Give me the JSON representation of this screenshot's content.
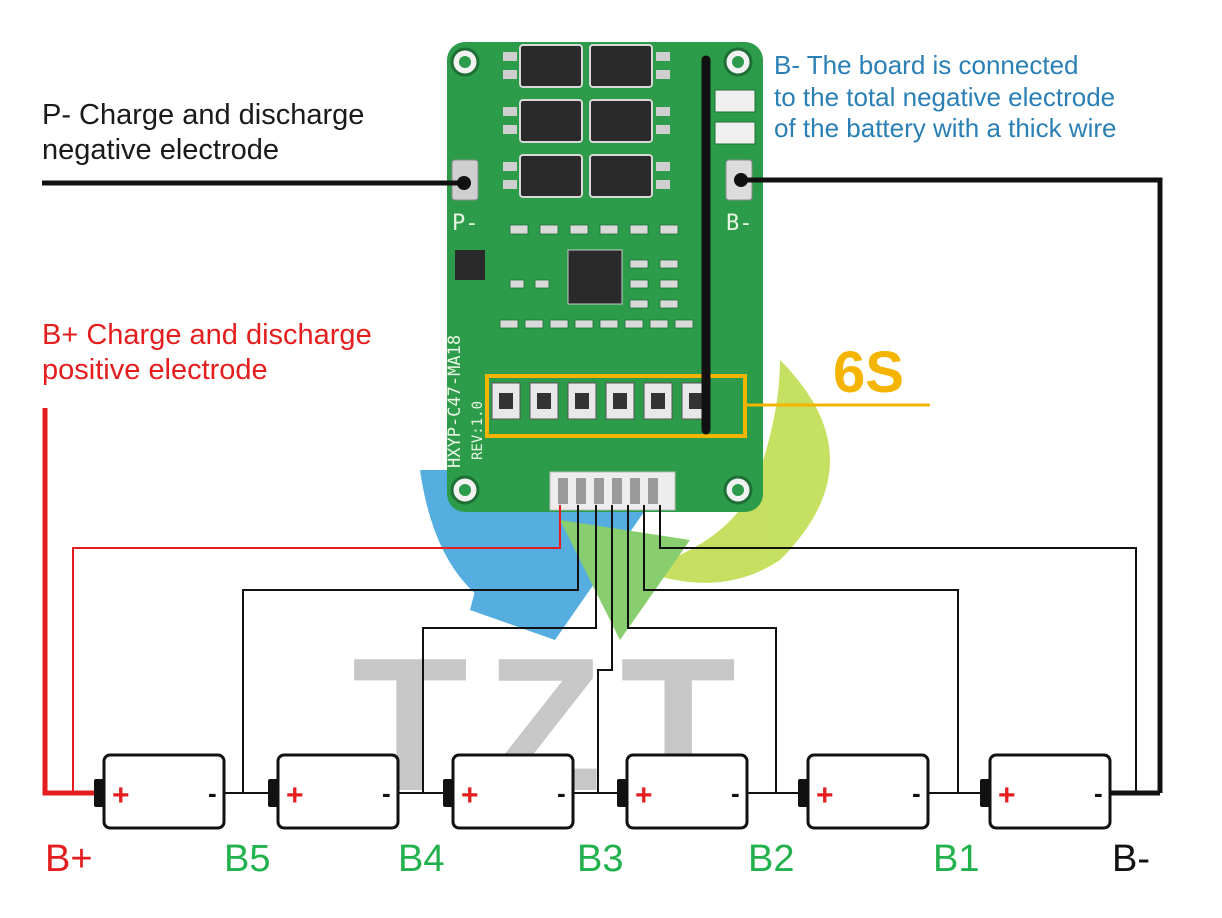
{
  "labels": {
    "p_minus": [
      "P- Charge and discharge",
      "negative electrode"
    ],
    "b_minus_note": [
      "B- The board is connected",
      "to the total negative electrode",
      "of the battery with a thick wire"
    ],
    "b_plus": [
      "B+ Charge and discharge",
      "positive electrode"
    ],
    "six_s": "6S"
  },
  "nodes": {
    "b_plus": "B+",
    "b5": "B5",
    "b4": "B4",
    "b3": "B3",
    "b2": "B2",
    "b1": "B1",
    "b_minus": "B-"
  },
  "board": {
    "model": "HXYP-C47-MA18",
    "rev": "REV:1.0",
    "pad_p": "P-",
    "pad_b": "B-"
  },
  "battery": {
    "plus_symbol": "+",
    "minus_symbol": "-"
  },
  "watermark": "TZT",
  "colors": {
    "positive": "#e41e1e",
    "balance_label": "#22b14c",
    "note_blue": "#2a7fb5",
    "highlight": "#f5b400",
    "pcb": "#2d9c4a"
  }
}
